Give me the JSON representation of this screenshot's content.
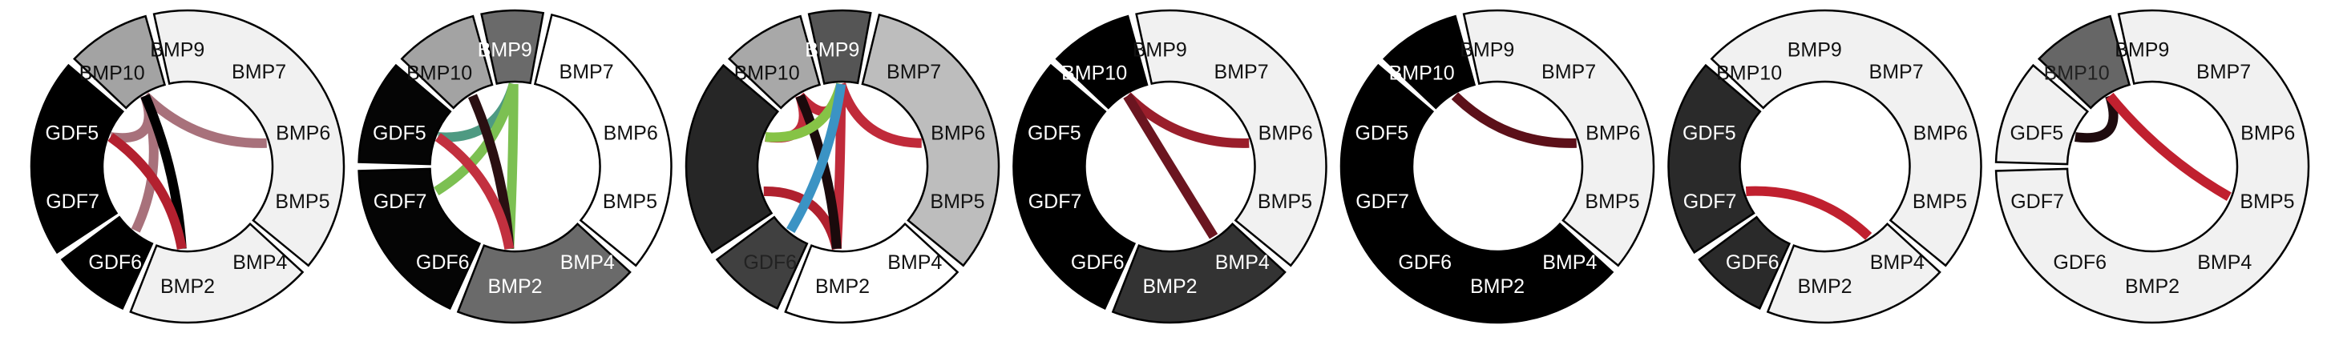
{
  "chart_data": {
    "type": "chord",
    "genes": [
      "BMP9",
      "BMP7",
      "BMP6",
      "BMP5",
      "BMP4",
      "BMP2",
      "GDF6",
      "GDF7",
      "GDF5",
      "BMP10"
    ],
    "diagrams": [
      {
        "groups": [
          {
            "genes": [
              "BMP10"
            ],
            "fill": "#a3a3a3"
          },
          {
            "genes": [
              "BMP9",
              "BMP7",
              "BMP6",
              "BMP5"
            ],
            "fill": "#f1f1f1"
          },
          {
            "genes": [
              "BMP4",
              "BMP2"
            ],
            "fill": "#f1f1f1"
          },
          {
            "genes": [
              "GDF6"
            ],
            "fill": "#000000"
          },
          {
            "genes": [
              "GDF7",
              "GDF5"
            ],
            "fill": "#000000"
          }
        ],
        "chords": [
          {
            "from": "BMP10",
            "to": "BMP6",
            "color": "#a8717b"
          },
          {
            "from": "BMP10",
            "to": "GDF6",
            "color": "#a8717b"
          },
          {
            "from": "GDF5",
            "to": "BMP10",
            "color": "#a8717b"
          },
          {
            "from": "BMP10",
            "to": "BMP2",
            "color": "#000000"
          },
          {
            "from": "GDF5",
            "to": "BMP2",
            "color": "#b3202f"
          }
        ]
      },
      {
        "groups": [
          {
            "genes": [
              "BMP10"
            ],
            "fill": "#a3a3a3"
          },
          {
            "genes": [
              "BMP9"
            ],
            "fill": "#6a6a6a"
          },
          {
            "genes": [
              "BMP7",
              "BMP6",
              "BMP5"
            ],
            "fill": "#ffffff"
          },
          {
            "genes": [
              "BMP4",
              "BMP2"
            ],
            "fill": "#6a6a6a"
          },
          {
            "genes": [
              "GDF6",
              "GDF7"
            ],
            "fill": "#050505"
          },
          {
            "genes": [
              "GDF5"
            ],
            "fill": "#050505"
          }
        ],
        "chords": [
          {
            "from": "GDF5",
            "to": "BMP9",
            "color": "#4e9a82"
          },
          {
            "from": "GDF7",
            "to": "BMP9",
            "color": "#7cc052"
          },
          {
            "from": "BMP9",
            "to": "BMP2",
            "color": "#7cc052"
          },
          {
            "from": "BMP10",
            "to": "BMP2",
            "color": "#2a0f12"
          },
          {
            "from": "GDF5",
            "to": "BMP2",
            "color": "#c2303f"
          }
        ]
      },
      {
        "groups": [
          {
            "genes": [
              "BMP10"
            ],
            "fill": "#a8a8a8"
          },
          {
            "genes": [
              "BMP9"
            ],
            "fill": "#555555"
          },
          {
            "genes": [
              "BMP7",
              "BMP6",
              "BMP5"
            ],
            "fill": "#bdbdbd"
          },
          {
            "genes": [
              "BMP4",
              "BMP2"
            ],
            "fill": "#ffffff"
          },
          {
            "genes": [
              "GDF6"
            ],
            "fill": "#404040",
            "text": "#222222"
          },
          {
            "genes": [
              "GDF7",
              "GDF5"
            ],
            "fill": "#262626",
            "hide_labels": true
          }
        ],
        "chords": [
          {
            "from": "BMP9",
            "to": "BMP6",
            "color": "#c02a3a"
          },
          {
            "from": "BMP9",
            "to": "BMP2",
            "color": "#c02a3a"
          },
          {
            "from": "BMP10",
            "to": "BMP9",
            "color": "#c02a3a"
          },
          {
            "from": "GDF5",
            "to": "BMP10",
            "color": "#c02a3a"
          },
          {
            "from": "GDF7",
            "to": "BMP2",
            "color": "#b0202e"
          },
          {
            "from": "BMP10",
            "to": "BMP2",
            "color": "#1a0a0c"
          },
          {
            "from": "GDF5",
            "to": "BMP9",
            "color": "#86c346"
          },
          {
            "from": "BMP9",
            "to": "GDF6",
            "color": "#3b93c4"
          }
        ]
      },
      {
        "groups": [
          {
            "genes": [
              "BMP10"
            ],
            "fill": "#000000"
          },
          {
            "genes": [
              "BMP9",
              "BMP7",
              "BMP6",
              "BMP5"
            ],
            "fill": "#f1f1f1"
          },
          {
            "genes": [
              "BMP4",
              "BMP2"
            ],
            "fill": "#333333"
          },
          {
            "genes": [
              "GDF6",
              "GDF7",
              "GDF5"
            ],
            "fill": "#000000"
          }
        ],
        "chords": [
          {
            "from": "BMP10",
            "to": "BMP6",
            "color": "#9a1e2b"
          },
          {
            "from": "BMP10",
            "to": "BMP4",
            "color": "#6b1520"
          }
        ]
      },
      {
        "groups": [
          {
            "genes": [
              "BMP10"
            ],
            "fill": "#000000"
          },
          {
            "genes": [
              "BMP9",
              "BMP7",
              "BMP6",
              "BMP5"
            ],
            "fill": "#f1f1f1"
          },
          {
            "genes": [
              "BMP4",
              "BMP2",
              "GDF6",
              "GDF7",
              "GDF5"
            ],
            "fill": "#000000"
          }
        ],
        "chords": [
          {
            "from": "BMP10",
            "to": "BMP6",
            "color": "#5c1019"
          }
        ]
      },
      {
        "groups": [
          {
            "genes": [
              "BMP10",
              "BMP9",
              "BMP7",
              "BMP6",
              "BMP5"
            ],
            "fill": "#f1f1f1"
          },
          {
            "genes": [
              "BMP4",
              "BMP2"
            ],
            "fill": "#f1f1f1"
          },
          {
            "genes": [
              "GDF6"
            ],
            "fill": "#2a2a2a"
          },
          {
            "genes": [
              "GDF7",
              "GDF5"
            ],
            "fill": "#2a2a2a"
          }
        ],
        "chords": [
          {
            "from": "GDF7",
            "to": "BMP4",
            "color": "#c0202f"
          }
        ]
      },
      {
        "groups": [
          {
            "genes": [
              "BMP10"
            ],
            "fill": "#666666",
            "text": "#222222"
          },
          {
            "genes": [
              "BMP9",
              "BMP7",
              "BMP6",
              "BMP5",
              "BMP4",
              "BMP2",
              "GDF6",
              "GDF7"
            ],
            "fill": "#f1f1f1"
          },
          {
            "genes": [
              "GDF5"
            ],
            "fill": "#f1f1f1"
          }
        ],
        "chords": [
          {
            "from": "BMP10",
            "to": "GDF5",
            "color": "#1f0b0e"
          },
          {
            "from": "BMP10",
            "to": "BMP5",
            "color": "#c0202f"
          }
        ]
      }
    ]
  }
}
